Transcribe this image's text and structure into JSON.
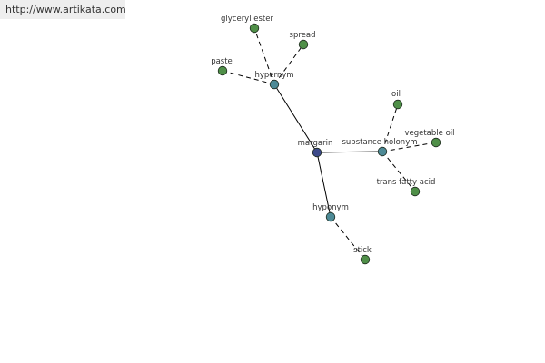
{
  "site": {
    "url": "http://www.artikata.com"
  },
  "colors": {
    "center": "#3d4a8a",
    "relation": "#4d8a96",
    "leaf": "#4f8f48",
    "stroke": "#1e2a1e",
    "edge": "#000000"
  },
  "nodes": [
    {
      "id": "margarin",
      "label": "margarin",
      "kind": "center"
    },
    {
      "id": "hypernym",
      "label": "hypernym",
      "kind": "relation"
    },
    {
      "id": "substance_holonym",
      "label": "substance holonym",
      "kind": "relation"
    },
    {
      "id": "hyponym",
      "label": "hyponym",
      "kind": "relation"
    },
    {
      "id": "glyceryl_ester",
      "label": "glyceryl ester",
      "kind": "leaf"
    },
    {
      "id": "spread",
      "label": "spread",
      "kind": "leaf"
    },
    {
      "id": "paste",
      "label": "paste",
      "kind": "leaf"
    },
    {
      "id": "oil",
      "label": "oil",
      "kind": "leaf"
    },
    {
      "id": "vegetable_oil",
      "label": "vegetable oil",
      "kind": "leaf"
    },
    {
      "id": "trans_fatty_acid",
      "label": "trans fatty acid",
      "kind": "leaf"
    },
    {
      "id": "stick",
      "label": "stick",
      "kind": "leaf"
    }
  ],
  "edges": [
    {
      "from": "margarin",
      "to": "hypernym",
      "style": "solid"
    },
    {
      "from": "margarin",
      "to": "substance_holonym",
      "style": "solid"
    },
    {
      "from": "margarin",
      "to": "hyponym",
      "style": "solid"
    },
    {
      "from": "hypernym",
      "to": "glyceryl_ester",
      "style": "dashed"
    },
    {
      "from": "hypernym",
      "to": "spread",
      "style": "dashed"
    },
    {
      "from": "hypernym",
      "to": "paste",
      "style": "dashed"
    },
    {
      "from": "substance_holonym",
      "to": "oil",
      "style": "dashed"
    },
    {
      "from": "substance_holonym",
      "to": "vegetable_oil",
      "style": "dashed"
    },
    {
      "from": "substance_holonym",
      "to": "trans_fatty_acid",
      "style": "dashed"
    },
    {
      "from": "hyponym",
      "to": "stick",
      "style": "dashed"
    }
  ]
}
